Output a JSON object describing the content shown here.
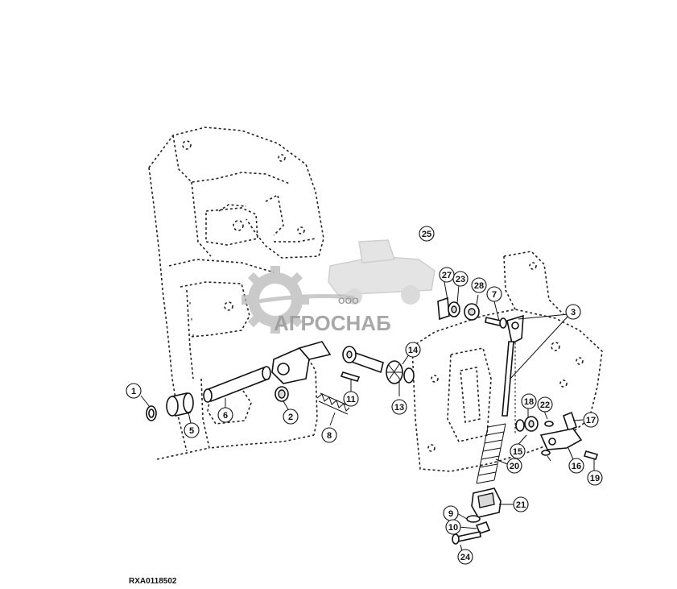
{
  "diagram": {
    "caption": "RXA0118502",
    "watermark": {
      "company_form": "ООО",
      "brand": "АГРОСНАБ"
    },
    "callouts": [
      "1",
      "2",
      "3",
      "5",
      "6",
      "7",
      "8",
      "9",
      "10",
      "11",
      "13",
      "14",
      "15",
      "16",
      "17",
      "18",
      "19",
      "20",
      "21",
      "22",
      "23",
      "24",
      "25",
      "27",
      "28"
    ],
    "colors": {
      "line": "#111111",
      "watermark": "#9a9a9a",
      "background": "#ffffff"
    }
  }
}
